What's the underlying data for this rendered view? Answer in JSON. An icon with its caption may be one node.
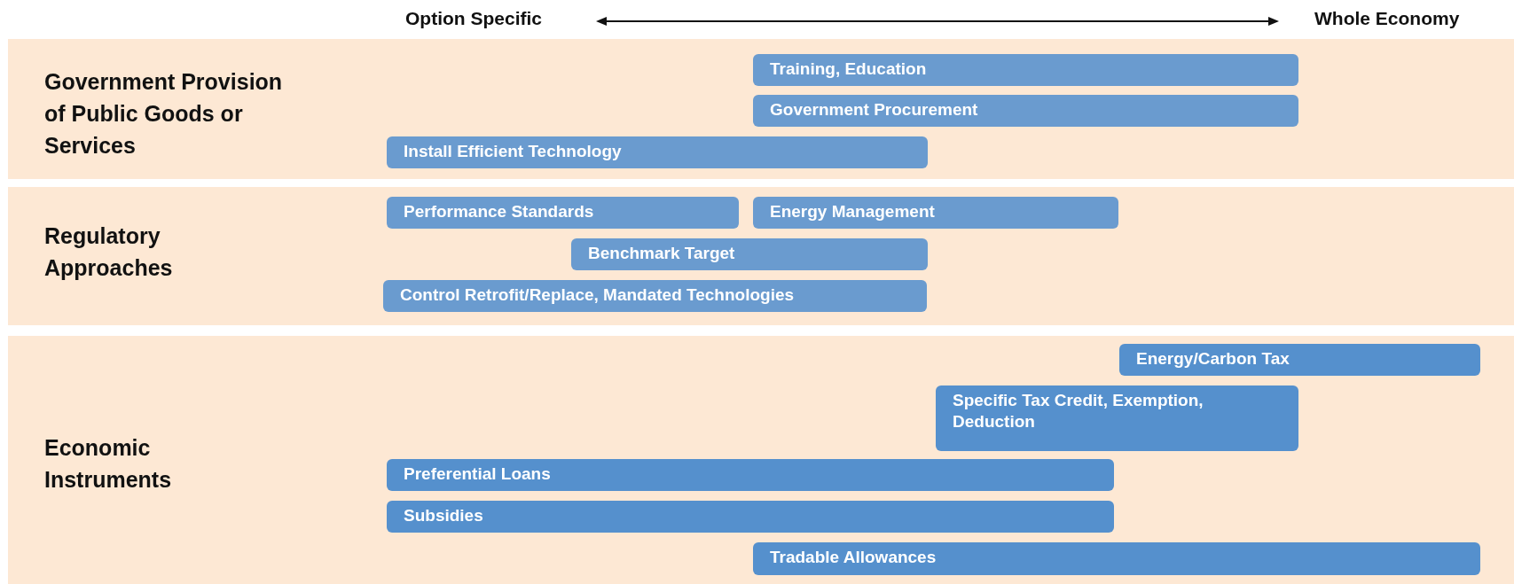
{
  "diagram": {
    "nodes": [
      {
        "text": [
          "Government Provision of Public Goods or Services"
        ]
      },
      {
        "text": [
          "Training, Education"
        ],
        "in": 0
      },
      {
        "text": [
          "Government Procurement"
        ],
        "in": 0
      },
      {
        "text": [
          "Install Efficient Technology"
        ],
        "in": 0
      },
      {
        "text": [
          "Regulatory Approaches"
        ]
      },
      {
        "text": [
          "Performance Standards"
        ],
        "in": 4
      },
      {
        "text": [
          "Energy Management"
        ],
        "in": 4
      },
      {
        "text": [
          "Benchmark Target"
        ],
        "in": 4
      },
      {
        "text": [
          "Control Retrofit/Replace, Mandated Technologies"
        ],
        "in": 4
      },
      {
        "text": [
          "Economic Instruments"
        ]
      },
      {
        "text": [
          "Energy/Carbon Tax"
        ],
        "in": 9
      },
      {
        "text": [
          "Specific Tax Credit, Exemption, Deduction"
        ],
        "in": 9
      },
      {
        "text": [
          "Preferential Loans"
        ],
        "in": 9
      },
      {
        "text": [
          "Subsidies"
        ],
        "in": 9
      },
      {
        "text": [
          "Tradable Allowances"
        ],
        "in": 9
      }
    ],
    "labels": [
      "Option Specific",
      "Whole Economy"
    ]
  }
}
